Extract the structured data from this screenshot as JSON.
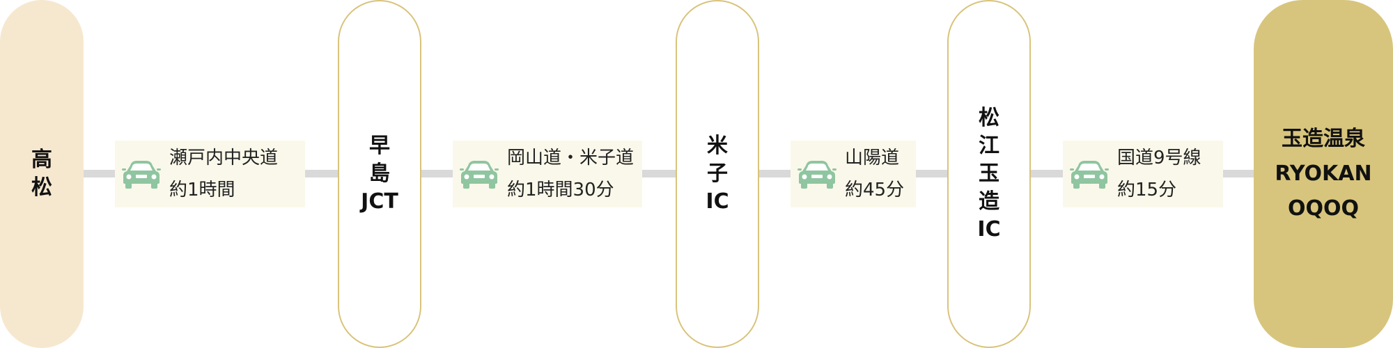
{
  "nodes": {
    "start": {
      "chars": [
        "高",
        "松"
      ]
    },
    "jct": {
      "chars": [
        "早",
        "島",
        "JCT"
      ]
    },
    "yonago": {
      "chars": [
        "米",
        "子",
        "IC"
      ]
    },
    "matsue": {
      "chars": [
        "松",
        "江",
        "玉",
        "造",
        "IC"
      ]
    },
    "end": {
      "lines": [
        "玉造温泉",
        "RYOKAN",
        "OQOQ"
      ]
    }
  },
  "segments": [
    {
      "road": "瀬戸内中央道",
      "time": "約1時間",
      "icon": "car-icon"
    },
    {
      "road": "岡山道・米子道",
      "time": "約1時間30分",
      "icon": "car-icon"
    },
    {
      "road": "山陽道",
      "time": "約45分",
      "icon": "car-icon"
    },
    {
      "road": "国道9号線",
      "time": "約15分",
      "icon": "car-icon"
    }
  ],
  "colors": {
    "start_fill": "#f6e8cf",
    "stop_border": "#d9c37b",
    "end_fill": "#d8c57d",
    "segment_bg": "#faf8ea",
    "car": "#8fc5a0",
    "track": "#d9d9d9"
  }
}
